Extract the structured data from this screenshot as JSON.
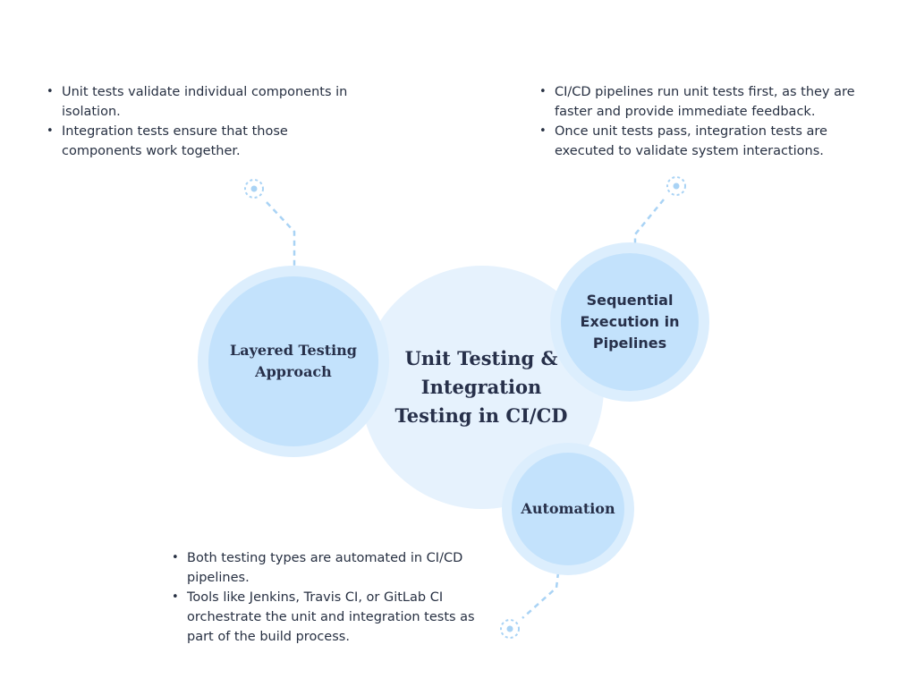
{
  "diagram": {
    "center": {
      "label": "Unit Testing & Integration Testing in CI/CD"
    },
    "nodes": [
      {
        "id": "layered",
        "label": "Layered Testing Approach",
        "bullets": [
          "Unit tests validate individual components in isolation.",
          "Integration tests ensure that those components work together."
        ]
      },
      {
        "id": "sequential",
        "label": "Sequential Execution in Pipelines",
        "bullets": [
          "CI/CD pipelines run unit tests first, as they are faster and provide immediate feedback.",
          "Once unit tests pass, integration tests are executed to validate system interactions."
        ]
      },
      {
        "id": "automation",
        "label": "Automation",
        "bullets": [
          "Both testing types are automated in CI/CD pipelines.",
          "Tools like Jenkins, Travis CI, or GitLab CI orchestrate the unit and integration tests as part of the build process."
        ]
      }
    ],
    "colors": {
      "center_fill": "#e6f2fd",
      "ring_fill": "#dceefd",
      "node_fill": "#c3e2fc",
      "connector": "#a9d3f5",
      "text": "#273042"
    }
  }
}
